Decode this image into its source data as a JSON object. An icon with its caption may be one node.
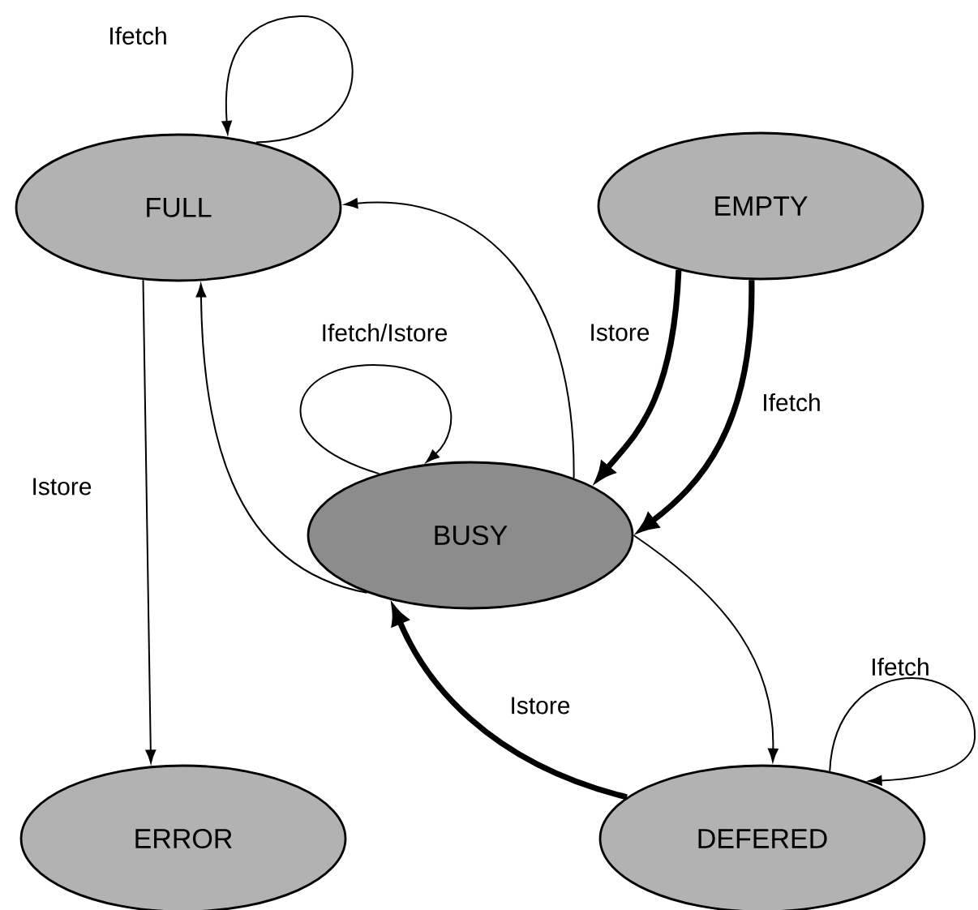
{
  "diagram": {
    "nodes": [
      {
        "text": [
          "FULL"
        ]
      },
      {
        "text": [
          "EMPTY"
        ]
      },
      {
        "text": [
          "BUSY"
        ]
      },
      {
        "text": [
          "ERROR"
        ]
      },
      {
        "text": [
          "DEFERED"
        ]
      }
    ],
    "edges": [
      {
        "from": 0,
        "to": 0,
        "arrow": "to",
        "label": "Ifetch"
      },
      {
        "from": 2,
        "to": 0,
        "arrow": "to"
      },
      {
        "from": 1,
        "to": 2,
        "arrow": "to",
        "label": "Istore",
        "style": "thick"
      },
      {
        "from": 1,
        "to": 2,
        "arrow": "to",
        "label": "Ifetch",
        "style": "thick"
      },
      {
        "from": 2,
        "to": 2,
        "arrow": "to",
        "label": "Ifetch/Istore"
      },
      {
        "from": 2,
        "to": 0,
        "arrow": "to"
      },
      {
        "from": 0,
        "to": 3,
        "arrow": "to",
        "label": "Istore"
      },
      {
        "from": 2,
        "to": 4,
        "arrow": "to"
      },
      {
        "from": 4,
        "to": 4,
        "arrow": "to",
        "label": "Ifetch"
      },
      {
        "from": 4,
        "to": 2,
        "arrow": "to",
        "label": "Istore",
        "style": "thick"
      }
    ]
  }
}
